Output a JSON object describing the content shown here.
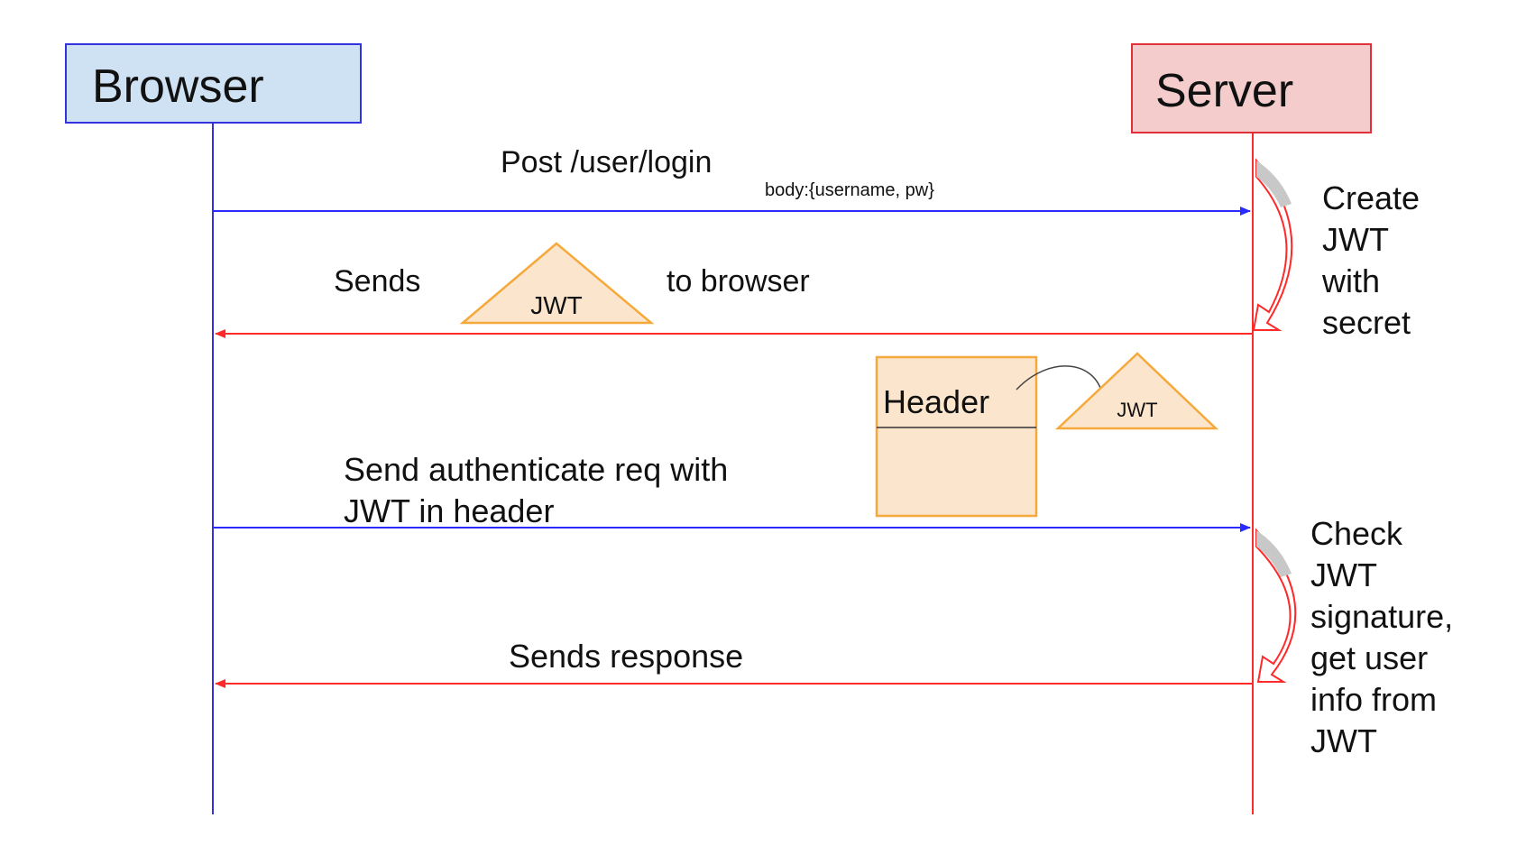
{
  "participants": {
    "browser": {
      "label": "Browser",
      "fill": "#cfe2f3",
      "stroke": "#3333dd"
    },
    "server": {
      "label": "Server",
      "fill": "#f4cccc",
      "stroke": "#e0303a"
    }
  },
  "messages": {
    "login": {
      "label": "Post /user/login",
      "body": "body:{username, pw}",
      "direction": "browser-to-server",
      "color": "#2b2bff"
    },
    "send_jwt": {
      "label_before": "Sends",
      "token": "JWT",
      "label_after": "to browser",
      "direction": "server-to-browser",
      "color": "#ff2a2a"
    },
    "auth_request": {
      "label_line1": "Send authenticate req with",
      "label_line2": "JWT in header",
      "direction": "browser-to-server",
      "color": "#2b2bff"
    },
    "response": {
      "label": "Sends response",
      "direction": "server-to-browser",
      "color": "#ff2a2a"
    }
  },
  "header_box": {
    "label": "Header",
    "token": "JWT"
  },
  "server_notes": {
    "create": {
      "lines": [
        "Create",
        "JWT",
        "with",
        "secret"
      ]
    },
    "check": {
      "lines": [
        "Check",
        "JWT",
        "signature,",
        "get user",
        "info from",
        "JWT"
      ]
    }
  },
  "colors": {
    "token_fill": "#fce5cd",
    "token_stroke": "#f6a93b",
    "self_arrow_stroke": "#ff2a2a",
    "self_arrow_fill": "#c8c8c8"
  }
}
